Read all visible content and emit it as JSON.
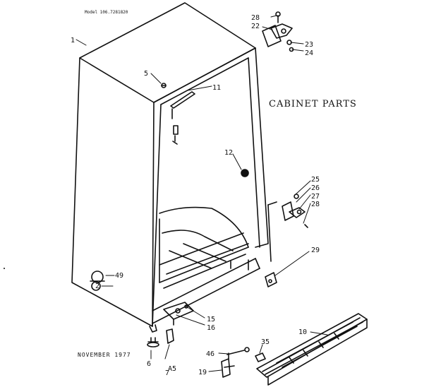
{
  "model_number": "Model 106.7281820",
  "section_title": "CABINET PARTS",
  "date_stamp": "NOVEMBER 1977",
  "diagram_code": "A5",
  "callouts": [
    "1",
    "2",
    "5",
    "6",
    "7",
    "10",
    "11",
    "12",
    "15",
    "16",
    "19",
    "22",
    "23",
    "24",
    "25",
    "26",
    "27",
    "28",
    "28",
    "29",
    "35",
    "46",
    "49"
  ]
}
